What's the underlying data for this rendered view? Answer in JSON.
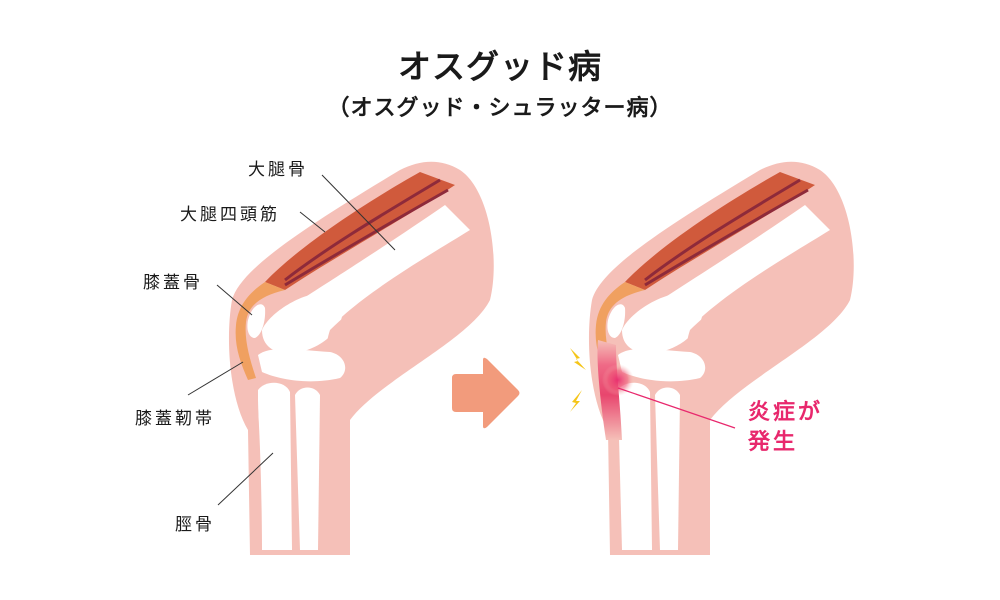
{
  "header": {
    "title": "オスグッド病",
    "subtitle": "（オスグッド・シュラッター病）"
  },
  "left_figure": {
    "labels": {
      "femur": "大腿骨",
      "quadriceps": "大腿四頭筋",
      "patella": "膝蓋骨",
      "patellar_ligament": "膝蓋靭帯",
      "tibia": "脛骨"
    }
  },
  "arrow": {
    "icon": "right-arrow-icon",
    "color": "#f29b7c"
  },
  "right_figure": {
    "icons": [
      "lightning-icon",
      "lightning-icon"
    ],
    "annotation_line1": "炎症が",
    "annotation_line2": "発生"
  },
  "colors": {
    "skin": "#f5c0b8",
    "muscle": "#d05a3c",
    "muscle_stripe": "#8e2a3a",
    "tendon": "#f0a060",
    "inflammation": "#e8286d",
    "lightning": "#f5c518",
    "arrow": "#f29b7c"
  }
}
